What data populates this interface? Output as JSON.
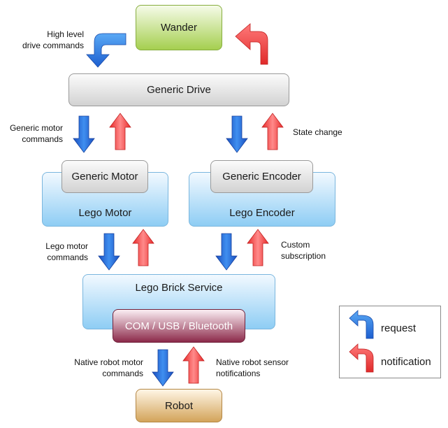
{
  "nodes": {
    "wander": "Wander",
    "generic_drive": "Generic Drive",
    "generic_motor": "Generic Motor",
    "lego_motor": "Lego Motor",
    "generic_encoder": "Generic Encoder",
    "lego_encoder": "Lego Encoder",
    "lego_brick_service": "Lego Brick Service",
    "com_usb_bluetooth": "COM / USB / Bluetooth",
    "robot": "Robot"
  },
  "labels": {
    "high_level": [
      "High level",
      "drive commands"
    ],
    "generic_motor_commands": [
      "Generic motor",
      "commands"
    ],
    "state_change": "State change",
    "lego_motor_commands": [
      "Lego motor",
      "commands"
    ],
    "custom_subscription": [
      "Custom",
      "subscription"
    ],
    "native_motor": [
      "Native robot motor",
      "commands"
    ],
    "native_sensor": [
      "Native robot sensor",
      "notifications"
    ]
  },
  "legend": {
    "request": "request",
    "notification": "notification"
  },
  "colors": {
    "request_arrow": "#2c7fe0",
    "notification_arrow": "#f0443c"
  }
}
